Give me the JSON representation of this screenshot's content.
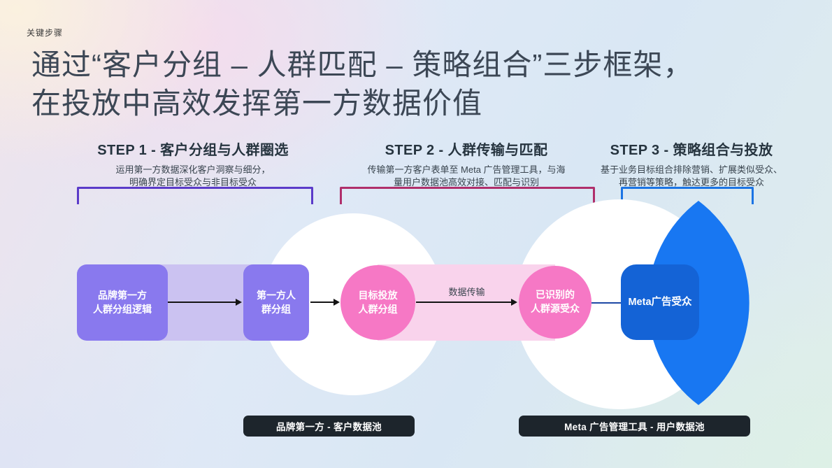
{
  "page": {
    "eyebrow": "关键步骤",
    "title_line1": "通过“客户分组 – 人群匹配 – 策略组合”三步框架，",
    "title_line2": "在投放中高效发挥第一方数据价值"
  },
  "steps": [
    {
      "heading": "STEP 1 - 客户分组与人群圈选",
      "desc_line1": "运用第一方数据深化客户洞察与细分，",
      "desc_line2": "明确界定目标受众与非目标受众",
      "bracket_color": "#5B3BC9"
    },
    {
      "heading": "STEP 2 - 人群传输与匹配",
      "desc_line1": "传输第一方客户表单至 Meta 广告管理工具，与海",
      "desc_line2": "量用户数据池高效对接、匹配与识别",
      "bracket_color": "#B02F6B"
    },
    {
      "heading": "STEP 3 - 策略组合与投放",
      "desc_line1": "基于业务目标组合排除营销、扩展类似受众、",
      "desc_line2": "再营销等策略，触达更多的目标受众",
      "bracket_color": "#1B74E4"
    }
  ],
  "diagram": {
    "node_brand_logic": {
      "line1": "品牌第一方",
      "line2": "人群分组逻辑",
      "color": "#8979EE"
    },
    "node_first_party_segment": {
      "line1": "第一方人",
      "line2": "群分组",
      "color": "#8979EE"
    },
    "node_target_segment": {
      "line1": "目标投放",
      "line2": "人群分组",
      "color": "#F678C5"
    },
    "node_identified_audience": {
      "line1": "已识别的",
      "line2": "人群源受众",
      "color": "#F678C5"
    },
    "node_meta_audience": {
      "label": "Meta广告受众",
      "color": "#1463D6"
    },
    "flow_label": "数据传输",
    "band_purple_color": "#CBC2F1",
    "band_pink_color": "#F9D3EC",
    "lens_color": "#1877F2",
    "pool_label_brand": "品牌第一方 - 客户数据池",
    "pool_label_meta": "Meta 广告管理工具 - 用户数据池"
  }
}
